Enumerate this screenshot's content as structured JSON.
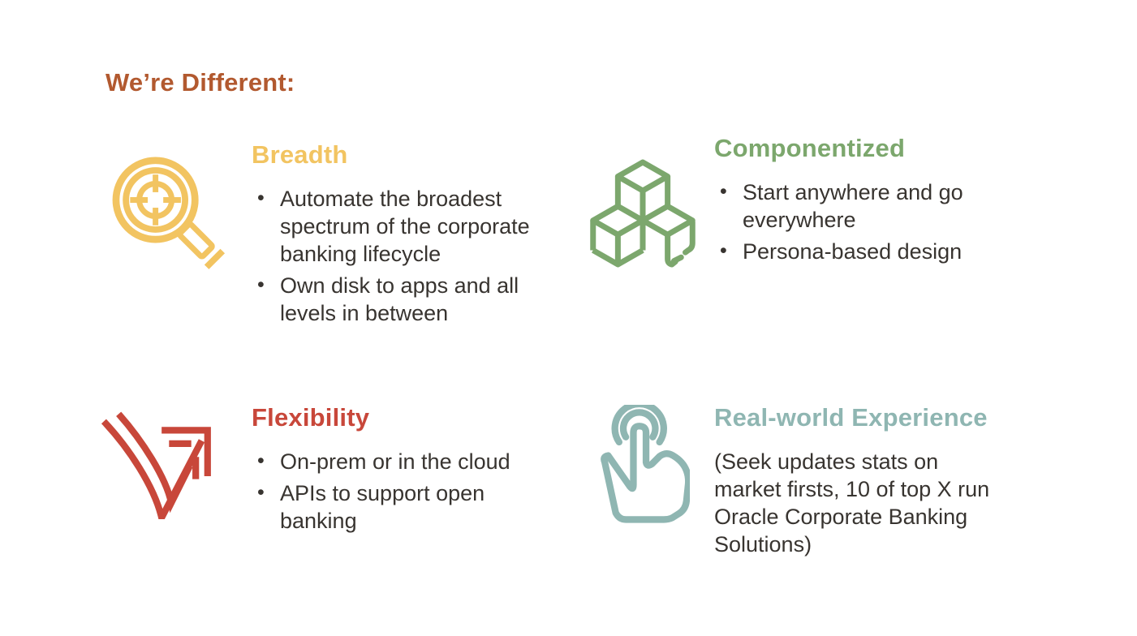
{
  "title": "We’re Different:",
  "colors": {
    "title_rust": "#B2592F",
    "breadth_gold": "#F2C461",
    "componentized_green": "#7CA76D",
    "flexibility_red": "#C8473A",
    "real_world_teal": "#8FB6B2",
    "body_text": "#383430",
    "background": "#FFFFFF"
  },
  "sections": [
    {
      "id": "breadth",
      "title": "Breadth",
      "accent": "#F2C461",
      "icon": "magnifier-target-icon",
      "bullets": [
        "Automate the broadest spectrum of the corporate banking lifecycle",
        "Own disk to apps and all levels in between"
      ]
    },
    {
      "id": "componentized",
      "title": "Componentized",
      "accent": "#7CA76D",
      "icon": "cubes-icon",
      "bullets": [
        "Start anywhere and go everywhere",
        "Persona-based design"
      ]
    },
    {
      "id": "flexibility",
      "title": "Flexibility",
      "accent": "#C8473A",
      "icon": "curved-arrow-icon",
      "bullets": [
        "On-prem or in the cloud",
        "APIs to support open banking"
      ]
    },
    {
      "id": "real_world",
      "title": "Real-world Experience",
      "accent": "#8FB6B2",
      "icon": "tap-hand-icon",
      "note": "(Seek updates stats on market firsts, 10 of top X run Oracle Corporate Banking Solutions)"
    }
  ]
}
